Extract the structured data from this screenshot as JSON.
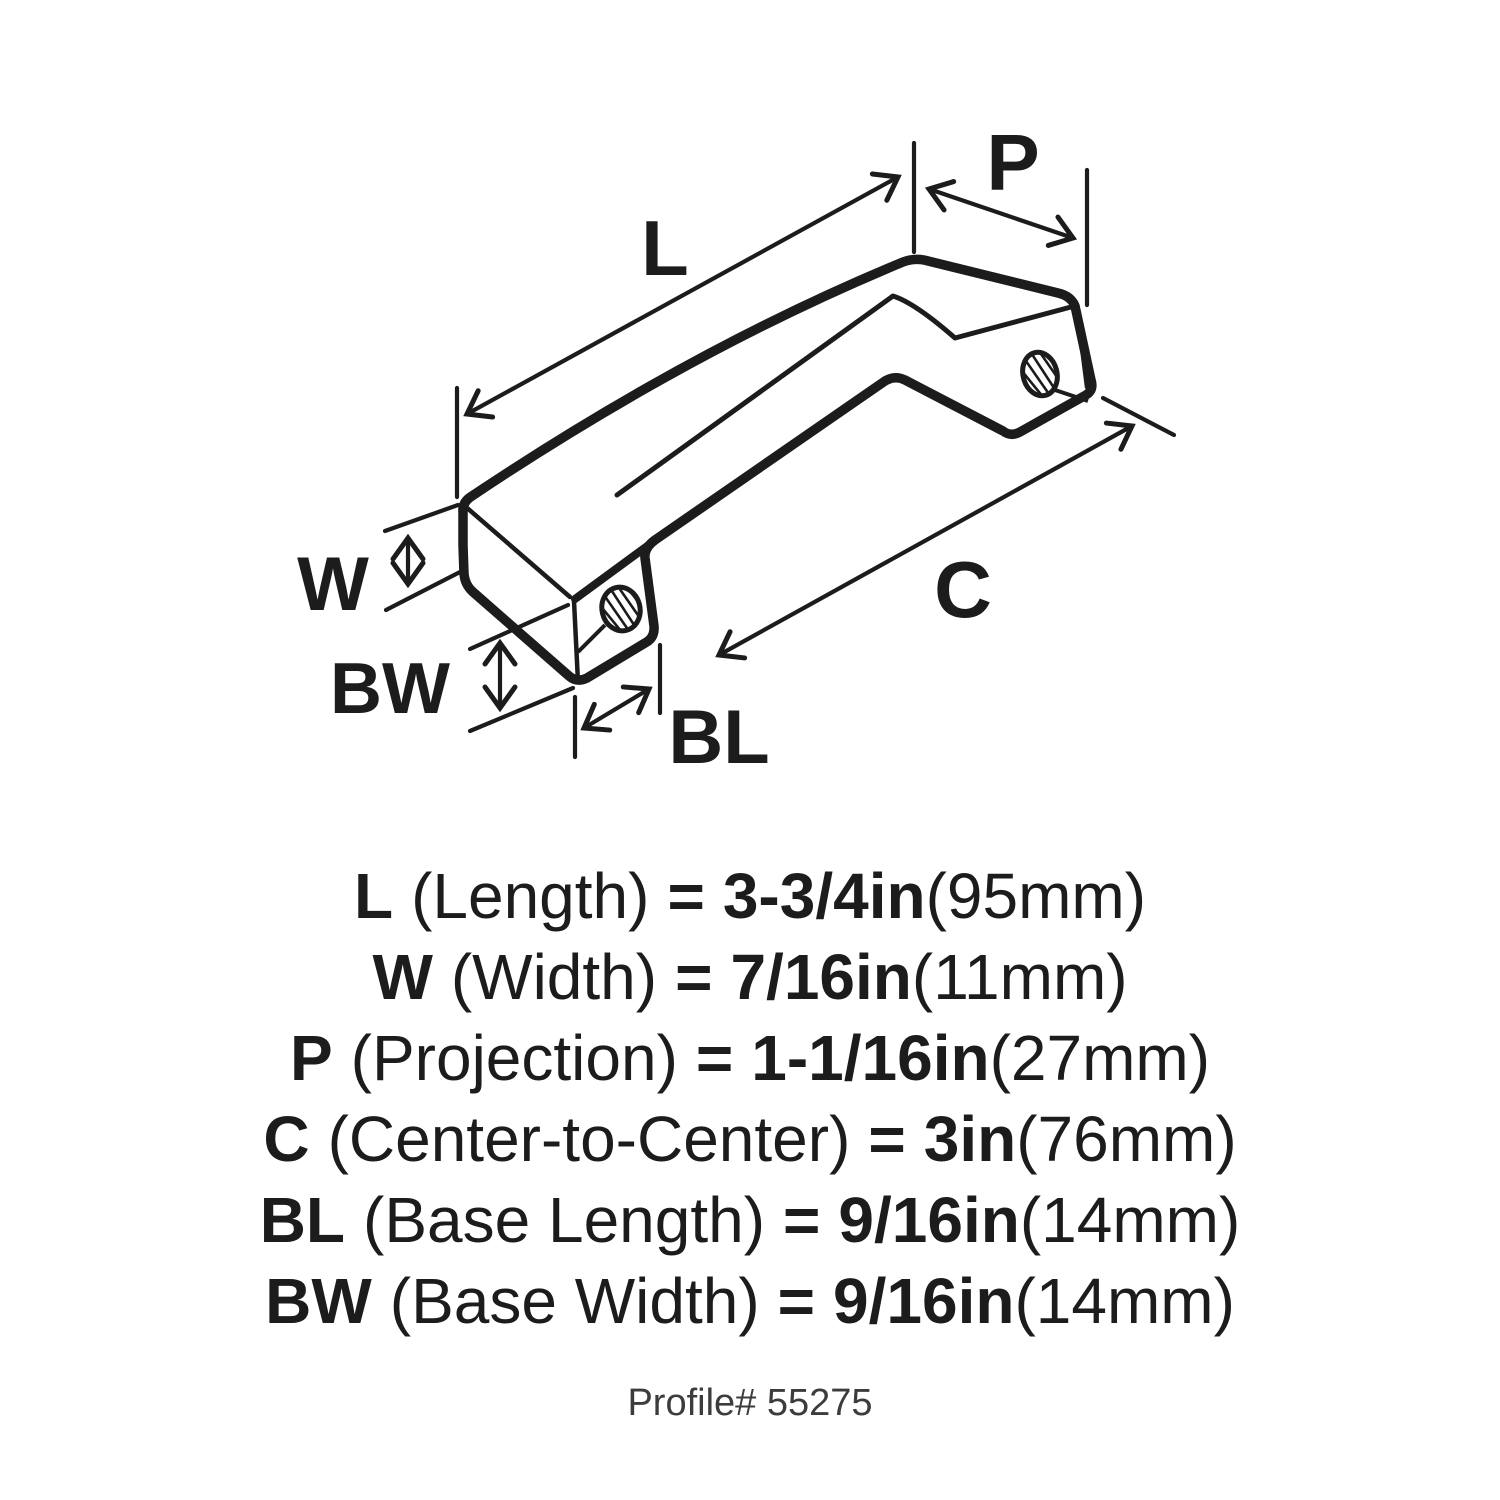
{
  "colors": {
    "ink": "#1c1c1c",
    "muted": "#3c3c3c",
    "background": "#ffffff"
  },
  "drawing": {
    "labels": {
      "l": "L",
      "p": "P",
      "c": "C",
      "w": "W",
      "bw": "BW",
      "bl": "BL"
    }
  },
  "specs": {
    "rows": [
      {
        "code": "L",
        "name": "(Length)",
        "eq": "=",
        "value": "3-3/4in",
        "metric": "(95mm)"
      },
      {
        "code": "W",
        "name": "(Width)",
        "eq": "=",
        "value": "7/16in",
        "metric": "(11mm)"
      },
      {
        "code": "P",
        "name": "(Projection)",
        "eq": "=",
        "value": "1-1/16in",
        "metric": "(27mm)"
      },
      {
        "code": "C",
        "name": "(Center-to-Center)",
        "eq": "=",
        "value": "3in",
        "metric": "(76mm)"
      },
      {
        "code": "BL",
        "name": "(Base Length)",
        "eq": "=",
        "value": "9/16in",
        "metric": "(14mm)"
      },
      {
        "code": "BW",
        "name": "(Base Width)",
        "eq": "=",
        "value": "9/16in",
        "metric": "(14mm)"
      }
    ],
    "profile": "Profile# 55275"
  }
}
